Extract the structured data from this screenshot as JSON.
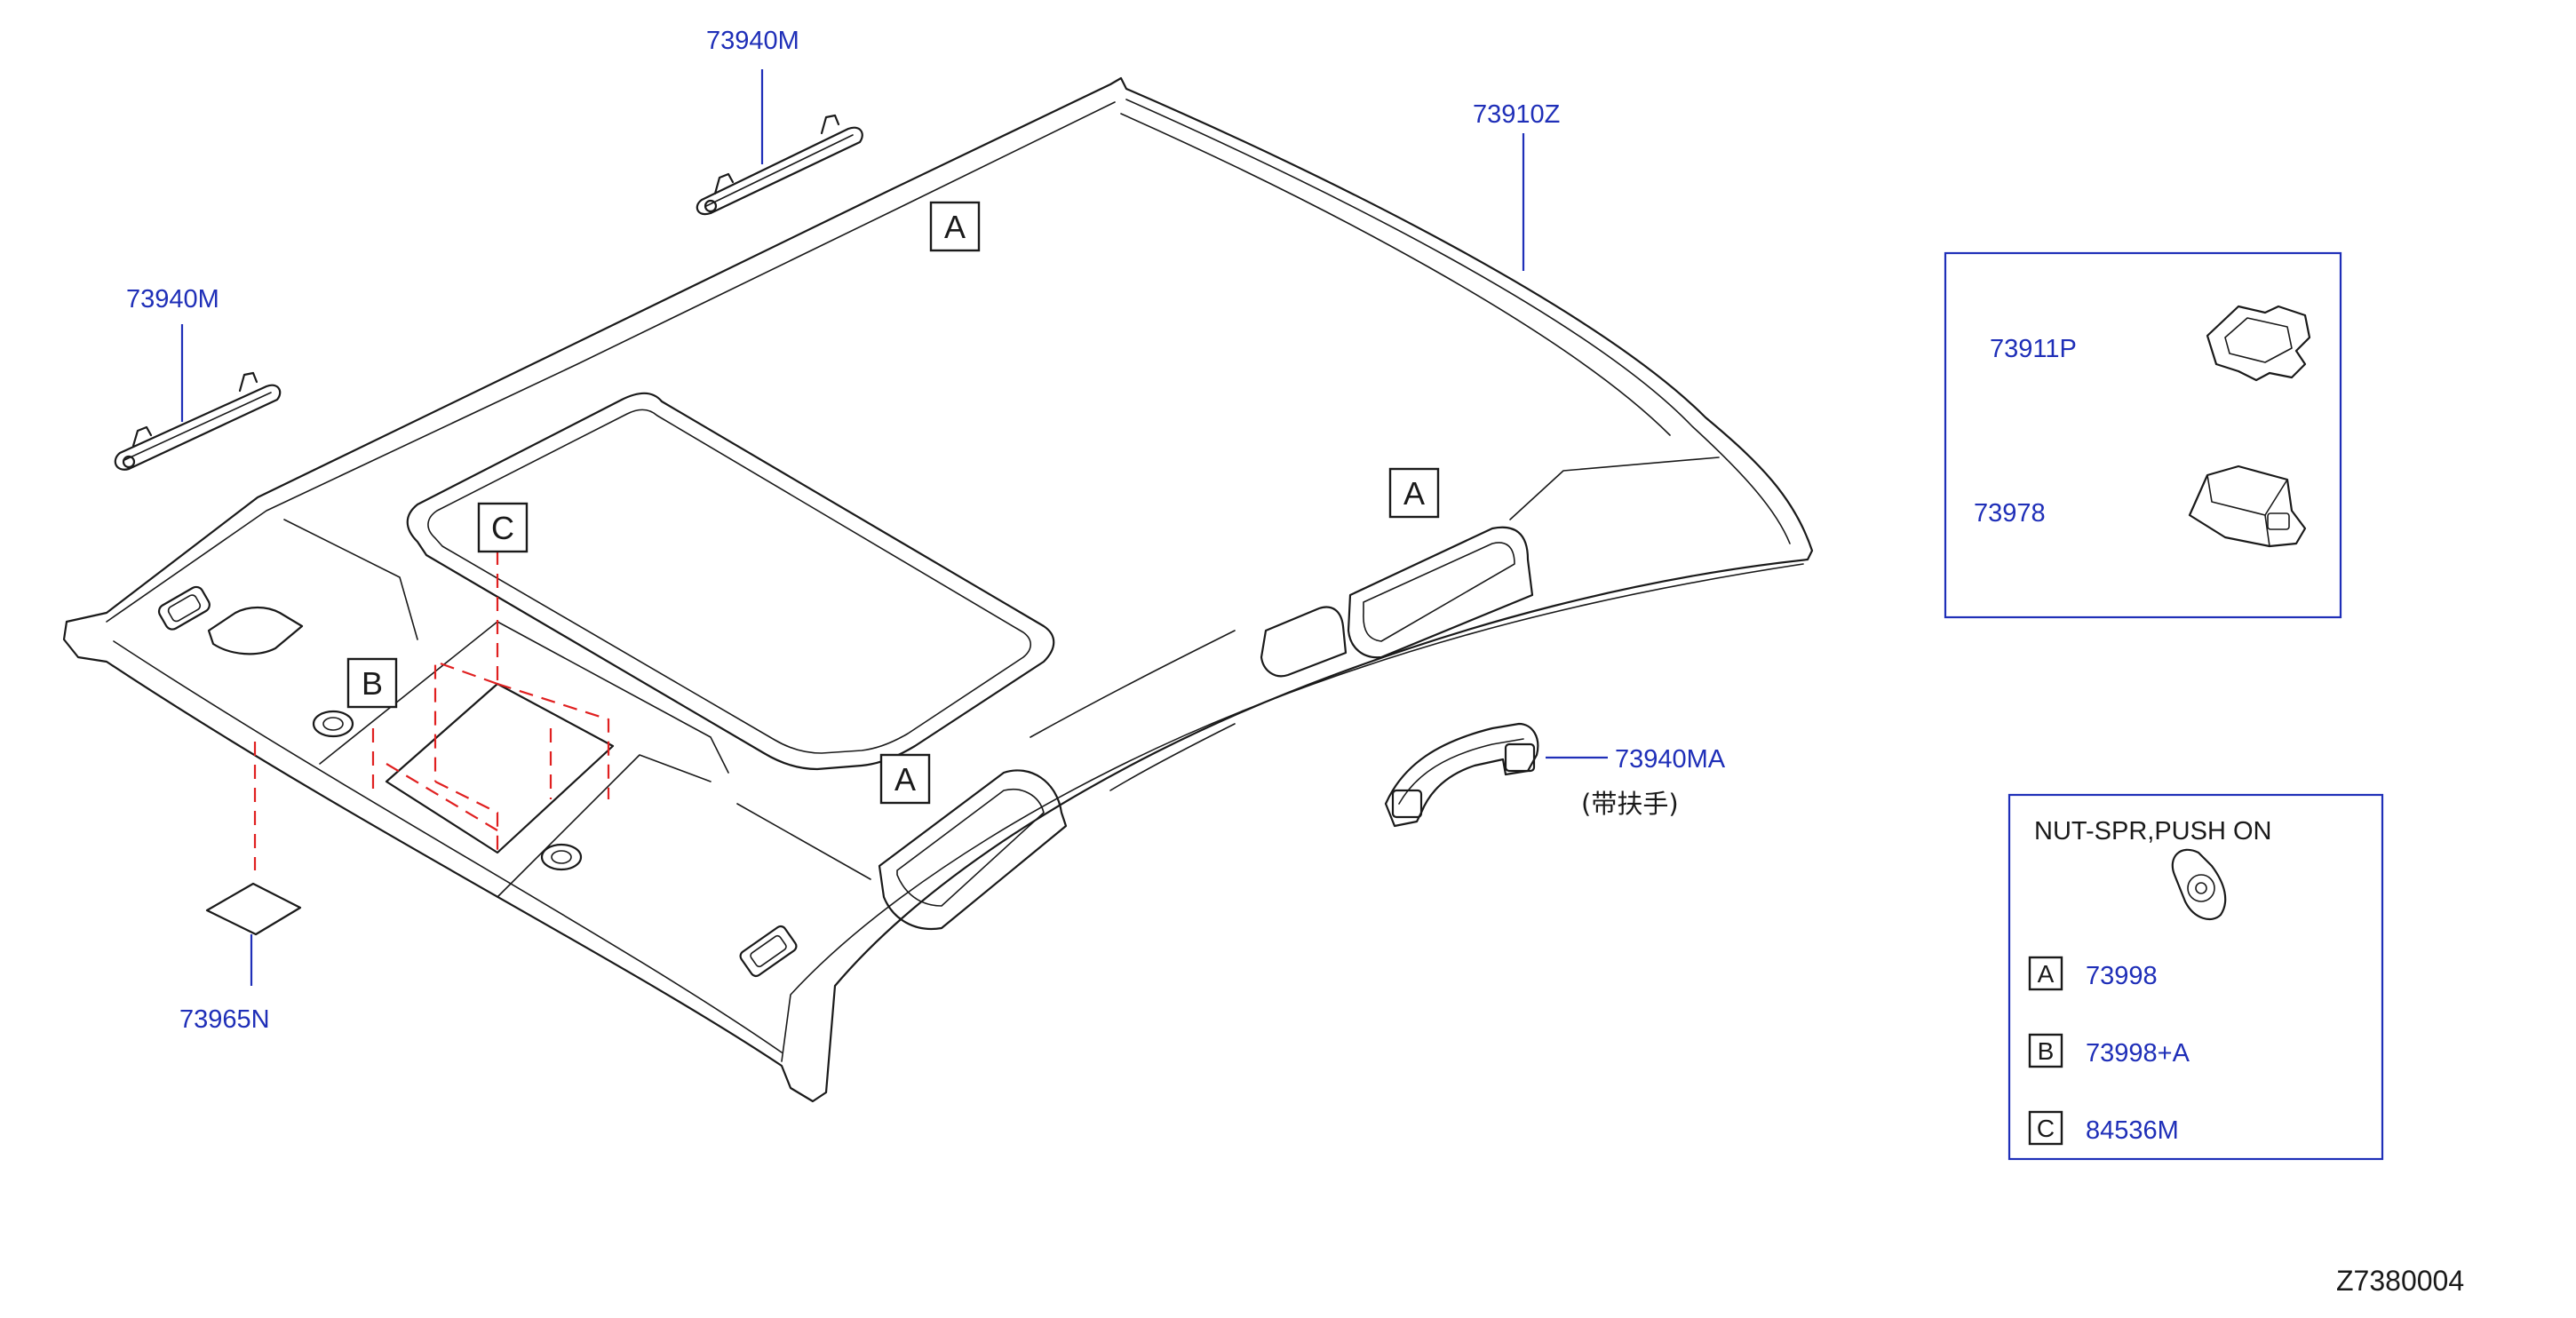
{
  "parts": {
    "visor_top": "73940M",
    "visor_left": "73940M",
    "headlining": "73910Z",
    "grip": "73940MA",
    "grip_note": "(带扶手)",
    "pad": "73965N"
  },
  "tags": {
    "a1": "A",
    "a2": "A",
    "a3": "A",
    "b": "B",
    "c": "C"
  },
  "inset_parts": {
    "item1": "73911P",
    "item2": "73978"
  },
  "fastener_legend": {
    "title": "NUT-SPR,PUSH   ON",
    "rows": [
      {
        "key": "A",
        "part": "73998"
      },
      {
        "key": "B",
        "part": "73998+A"
      },
      {
        "key": "C",
        "part": "84536M"
      }
    ]
  },
  "diagram_code": "Z7380004",
  "colors": {
    "part_number": "#1f2fb8",
    "outline": "#1a1a1a",
    "dashed_reference": "#e02020"
  }
}
